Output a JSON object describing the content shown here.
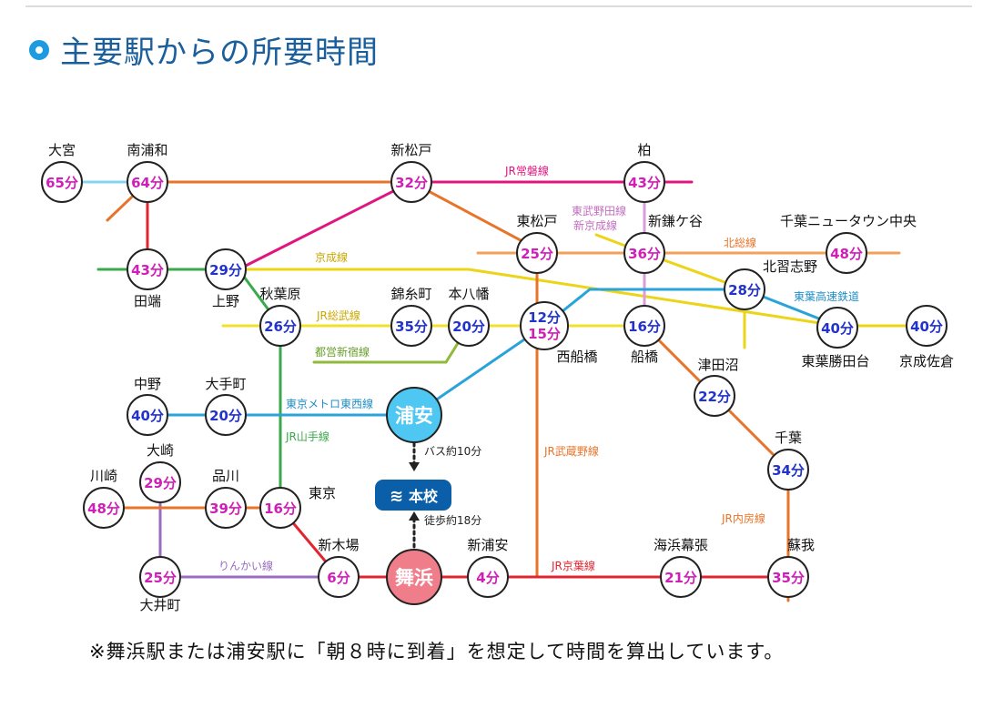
{
  "heading": {
    "title": "主要駅からの所要時間"
  },
  "footnote": "※舞浜駅または浦安駅に「朝８時に到着」を想定して時間を算出しています。",
  "stations": {
    "omiya": {
      "name": "大宮",
      "time": "65分"
    },
    "minamiurawa": {
      "name": "南浦和",
      "time": "64分"
    },
    "shinmatsudo": {
      "name": "新松戸",
      "time": "32分"
    },
    "kashiwa": {
      "name": "柏",
      "time": "43分"
    },
    "higashimatsudo": {
      "name": "東松戸",
      "time": "25分"
    },
    "shinkamagaya": {
      "name": "新鎌ケ谷",
      "time": "36分"
    },
    "chibanewtown": {
      "name": "千葉ニュータウン中央",
      "time": "48分"
    },
    "tabata": {
      "name": "田端",
      "time": "43分"
    },
    "ueno": {
      "name": "上野",
      "time": "29分"
    },
    "kitanarashino": {
      "name": "北習志野",
      "time": "28分"
    },
    "akihabara": {
      "name": "秋葉原",
      "time": "26分"
    },
    "kinshicho": {
      "name": "錦糸町",
      "time": "35分"
    },
    "motoyawata": {
      "name": "本八幡",
      "time": "20分"
    },
    "nishifunabashi": {
      "name": "西船橋",
      "time1": "12分",
      "time2": "15分"
    },
    "funabashi": {
      "name": "船橋",
      "time": "16分"
    },
    "toyokatsutadai": {
      "name": "東葉勝田台",
      "time": "40分"
    },
    "keiseisakura": {
      "name": "京成佐倉",
      "time": "40分"
    },
    "tsudanuma": {
      "name": "津田沼",
      "time": "22分"
    },
    "nakano": {
      "name": "中野",
      "time": "40分"
    },
    "otemachi": {
      "name": "大手町",
      "time": "20分"
    },
    "chiba": {
      "name": "千葉",
      "time": "34分"
    },
    "osaki": {
      "name": "大崎",
      "time": "29分"
    },
    "kawasaki": {
      "name": "川崎",
      "time": "48分"
    },
    "shinagawa": {
      "name": "品川",
      "time": "39分"
    },
    "tokyo": {
      "name": "東京",
      "time": "16分"
    },
    "shinkiba": {
      "name": "新木場",
      "time": "6分"
    },
    "shinurayasu": {
      "name": "新浦安",
      "time": "4分"
    },
    "kaihinmakuhari": {
      "name": "海浜幕張",
      "time": "21分"
    },
    "soga": {
      "name": "蘇我",
      "time": "35分"
    },
    "oimachi": {
      "name": "大井町",
      "time": "25分"
    },
    "urayasu": {
      "name": "浦安"
    },
    "maihama": {
      "name": "舞浜"
    }
  },
  "school": {
    "label": "本校"
  },
  "access": {
    "bus": "バス約10分",
    "walk": "徒歩約18分"
  },
  "line_labels": {
    "joban": "JR常磐線",
    "tobunoda": "東武野田線",
    "shinkeisei": "新京成線",
    "hokuso": "北総線",
    "keisei": "京成線",
    "toyo": "東葉高速鉄道",
    "sobu": "JR総武線",
    "shinjuku": "都営新宿線",
    "tozai": "東京メトロ東西線",
    "yamanote": "JR山手線",
    "musashino": "JR武蔵野線",
    "uchibo": "JR内房線",
    "rinkai": "りんかい線",
    "keiyo": "JR京葉線"
  },
  "colors": {
    "heading": "#1a5f9c",
    "accent": "#1e9be0",
    "joban": "#e0157f",
    "musashino": "#e8742a",
    "keisei": "#ecd417",
    "sobu": "#f0e12a",
    "tozai": "#2aa3d8",
    "yamanote": "#3aa94b",
    "keiyo": "#e2252f",
    "rinkai": "#9b6cc0",
    "hokuso": "#f2a158",
    "shinkeisei": "#d99ed8",
    "toyo": "#2aa3d8",
    "shinjuku": "#8fba3b",
    "saikyo": "#8ad3f0",
    "time_text": "#d01fb8",
    "time_text_blue": "#2233cc",
    "urayasu_fill": "#4ec7f2",
    "maihama_fill": "#f07d8a",
    "school_fill": "#0a5fa8"
  }
}
